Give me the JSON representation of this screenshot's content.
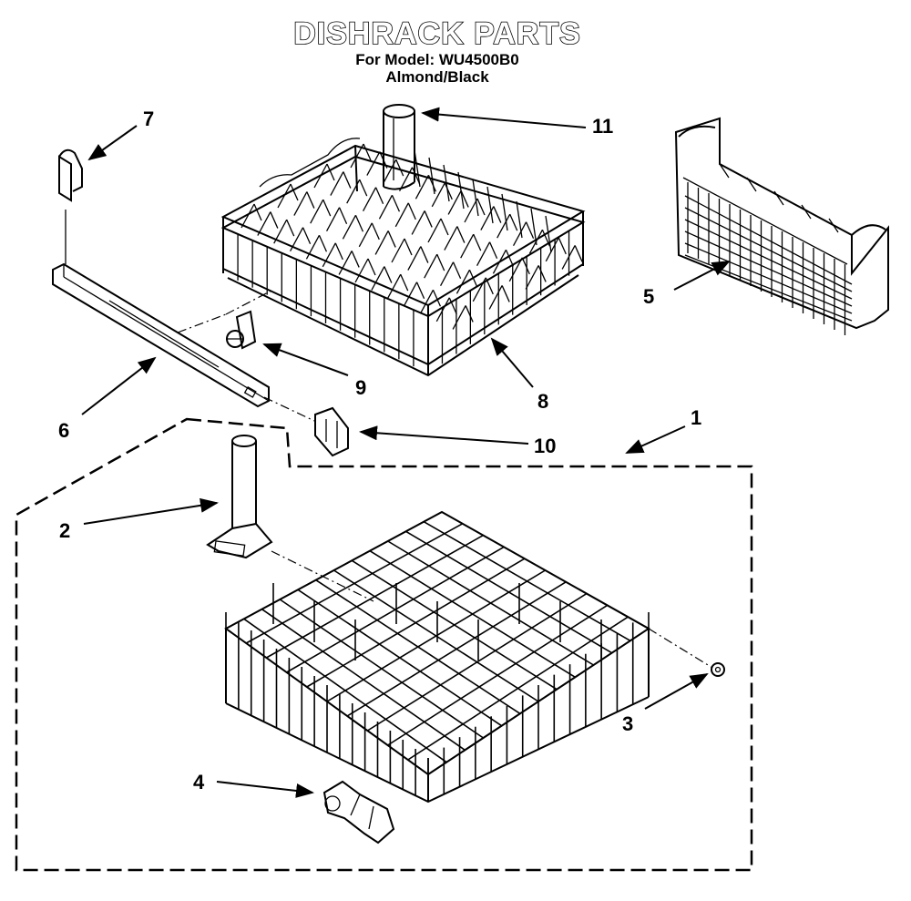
{
  "header": {
    "title": "DISHRACK PARTS",
    "model_line": "For Model: WU4500B0",
    "color_line": "Almond/Black"
  },
  "callouts": [
    {
      "id": "1",
      "label": "1"
    },
    {
      "id": "2",
      "label": "2"
    },
    {
      "id": "3",
      "label": "3"
    },
    {
      "id": "4",
      "label": "4"
    },
    {
      "id": "5",
      "label": "5"
    },
    {
      "id": "6",
      "label": "6"
    },
    {
      "id": "7",
      "label": "7"
    },
    {
      "id": "8",
      "label": "8"
    },
    {
      "id": "9",
      "label": "9"
    },
    {
      "id": "10",
      "label": "10"
    },
    {
      "id": "11",
      "label": "11"
    }
  ]
}
